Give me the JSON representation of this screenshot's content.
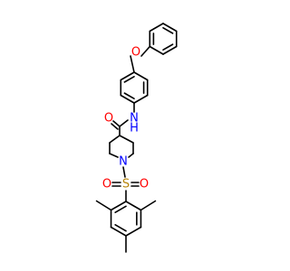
{
  "colors": {
    "background": "#ffffff",
    "bond": "#000000",
    "oxygen": "#ff0000",
    "nitrogen": "#0000ff",
    "sulfur": "#b8860b"
  },
  "atom_labels": {
    "ether_oxygen": "O",
    "amide_nh": "N",
    "amide_h": "H",
    "carbonyl_oxygen": "O",
    "piperidine_nitrogen": "N",
    "sulfur": "S",
    "sulfonyl_oxygen_left": "O",
    "sulfonyl_oxygen_right": "O"
  }
}
